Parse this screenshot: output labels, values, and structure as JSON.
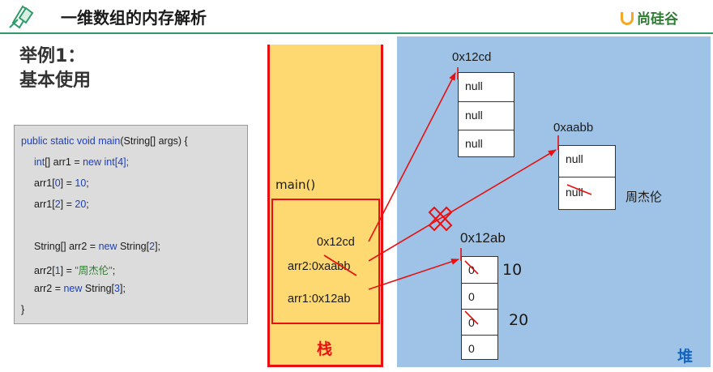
{
  "header": {
    "title": "一维数组的内存解析",
    "brand": "尚硅谷"
  },
  "example": {
    "title_line1": "举例1：",
    "title_line2": "基本使用"
  },
  "code": {
    "line1": {
      "kw1": "public",
      "sp1": " ",
      "kw2": "static",
      "sp2": " ",
      "kw3": "void",
      "sp3": " ",
      "kw4": "main",
      "rest": "(String[] args) {"
    },
    "line2": {
      "kw1": "int",
      "t1": "[] arr1 = ",
      "kw2": "new",
      "sp": " ",
      "kw3": "int",
      "b1": "[",
      "num": "4",
      "b2": "];"
    },
    "line3": {
      "t1": "arr1[",
      "idx": "0",
      "t2": "] = ",
      "num": "10",
      "t3": ";"
    },
    "line4": {
      "t1": "arr1[",
      "idx": "2",
      "t2": "] = ",
      "num": "20",
      "t3": ";"
    },
    "line5": {
      "t1": "String[] arr2 = ",
      "kw": "new",
      "t2": " String[",
      "num": "2",
      "t3": "];"
    },
    "line6": {
      "t1": "arr2[",
      "idx": "1",
      "t2": "] = ",
      "str": "\"周杰伦\"",
      "t3": ";"
    },
    "line7": {
      "t1": "arr2 = ",
      "kw": "new",
      "t2": " String[",
      "num": "3",
      "t3": "];"
    },
    "line8": "}"
  },
  "stack": {
    "label": "栈",
    "frame_label": "main()",
    "var_addr_12cd": "0x12cd",
    "var_arr2": "arr2:0xaabb",
    "var_arr1": "arr1:0x12ab"
  },
  "heap": {
    "label": "堆",
    "array_12cd": {
      "address": "0x12cd",
      "cells": [
        "null",
        "null",
        "null"
      ]
    },
    "array_aabb": {
      "address": "0xaabb",
      "cells": [
        "null",
        "null"
      ],
      "note": "周杰伦"
    },
    "array_12ab": {
      "address": "0x12ab",
      "cells": [
        "0",
        "0",
        "0",
        "0"
      ],
      "note_10": "10",
      "note_20": "20"
    }
  },
  "colors": {
    "stack_fill": "#fed971",
    "heap_fill": "#9ec3e6",
    "pointer_red": "#e81010",
    "keyword_blue": "#1a3fc0",
    "string_green": "#2e7d32"
  }
}
